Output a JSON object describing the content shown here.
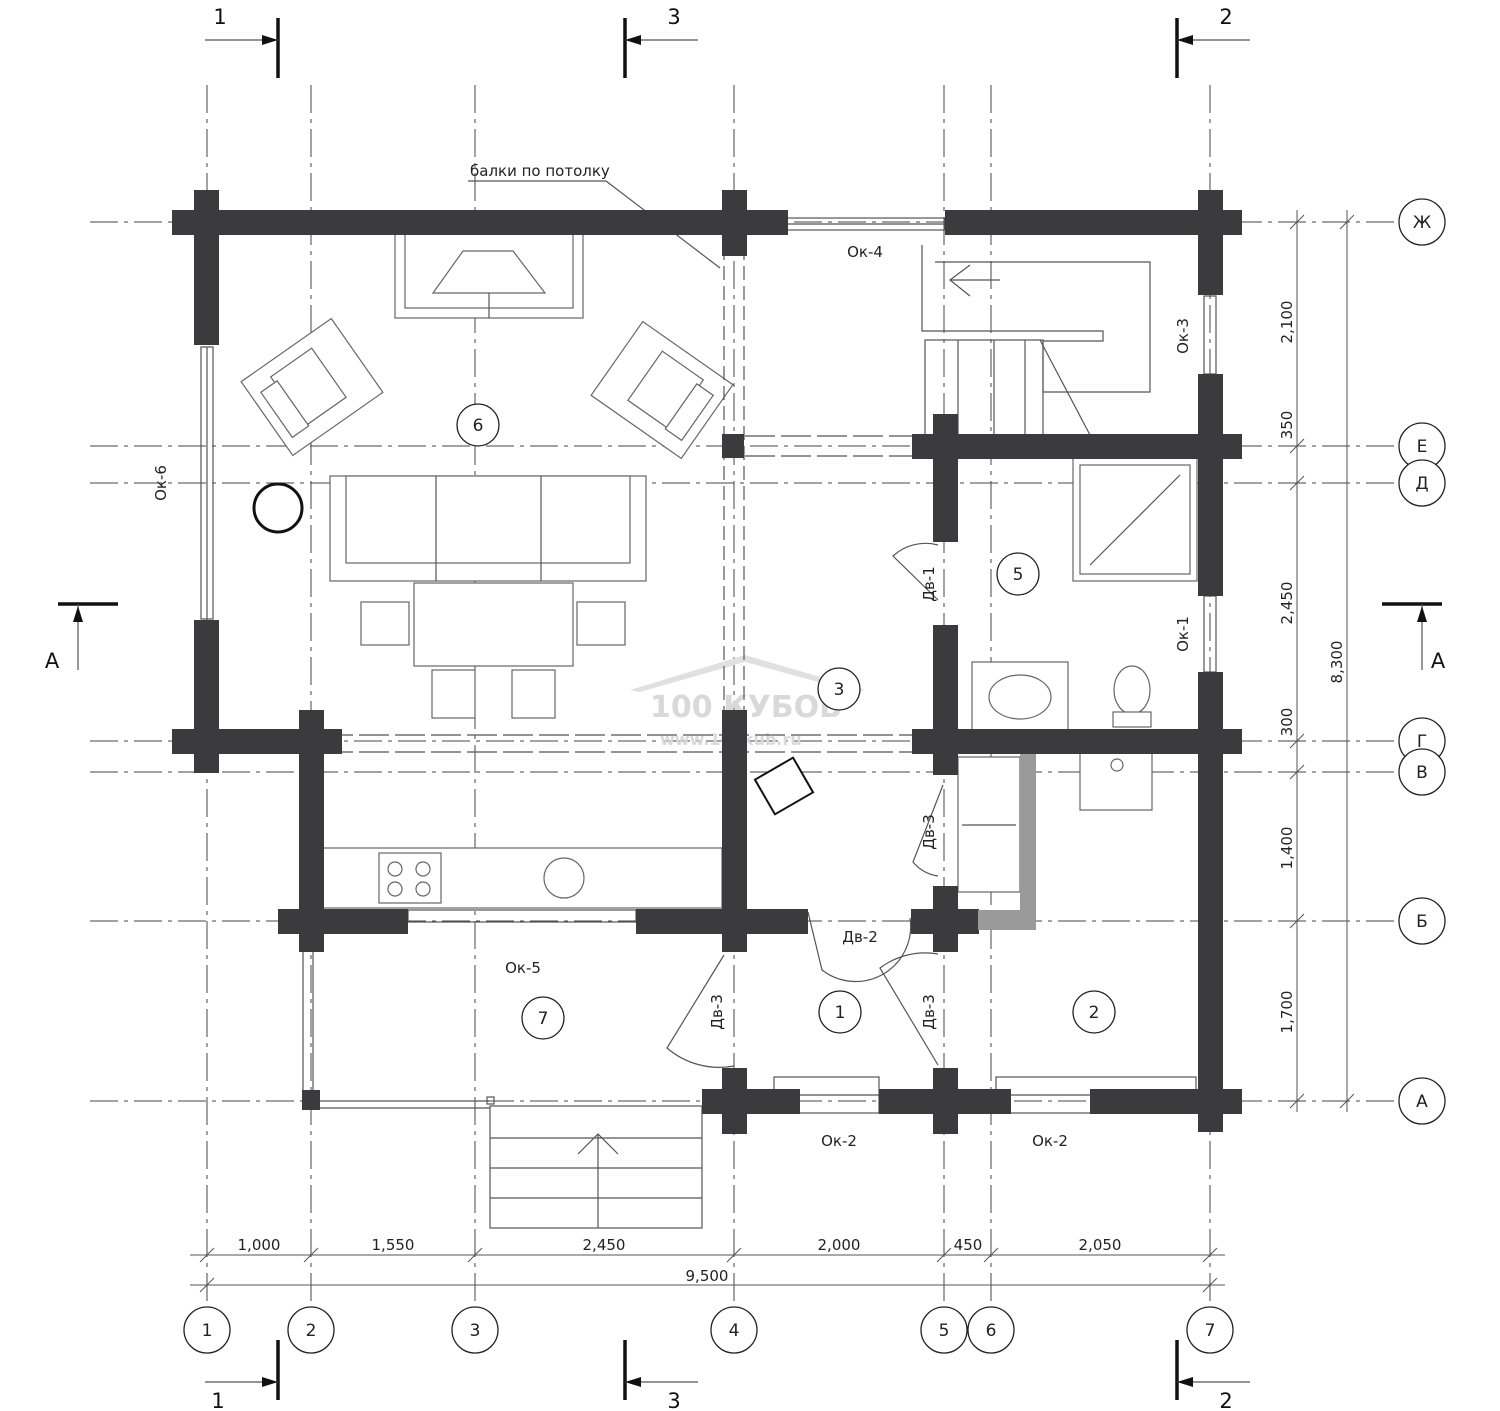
{
  "grid_axes_vertical": [
    "1",
    "2",
    "3",
    "4",
    "5",
    "6",
    "7"
  ],
  "grid_axes_horizontal": [
    "Ж",
    "Е",
    "Д",
    "Г",
    "В",
    "Б",
    "А"
  ],
  "section_marks": {
    "top": [
      "1",
      "3",
      "2"
    ],
    "bottom": [
      "1",
      "3",
      "2"
    ],
    "side": [
      "А",
      "А"
    ]
  },
  "dimensions_bottom": [
    "1,000",
    "1,550",
    "2,450",
    "2,000",
    "450",
    "2,050"
  ],
  "dimension_total_bottom": "9,500",
  "dimensions_right": [
    "2,100",
    "350",
    "2,450",
    "300",
    "1,400",
    "1,700"
  ],
  "dimension_total_right": "8,300",
  "rooms": [
    "1",
    "2",
    "3",
    "5",
    "6",
    "7"
  ],
  "windows": {
    "ok4": "Ок-4",
    "ok3": "Ок-3",
    "ok1": "Ок-1",
    "ok6": "Ок-6",
    "ok5": "Ок-5",
    "ok2a": "Ок-2",
    "ok2b": "Ок-2"
  },
  "doors": {
    "dv1": "Дв-1",
    "dv2": "Дв-2",
    "dv3a": "Дв-3",
    "dv3b": "Дв-3",
    "dv3c": "Дв-3"
  },
  "annotation_beams": "балки по потолку",
  "watermark": {
    "brand": "100 КУБОВ",
    "url": "www.100kub.ru"
  },
  "colors": {
    "wall": "#3b3b3d",
    "line": "#555555",
    "background": "#ffffff"
  }
}
